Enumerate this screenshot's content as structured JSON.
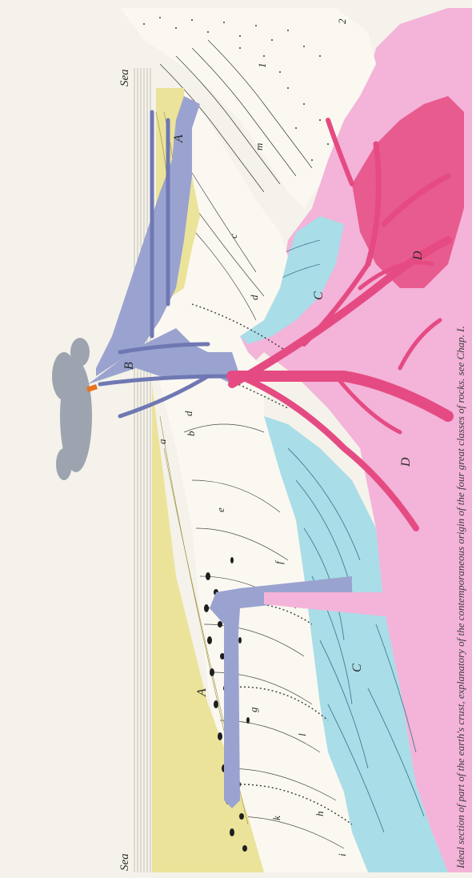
{
  "plate": {
    "sea_left": "Sea",
    "sea_right": "Sea",
    "caption": "Ideal section of part of the earth's crust, explanatory of the contemporaneous origin of the four great classes of rocks. see Chap. I."
  },
  "labels": {
    "aqueous": "A",
    "volcanic": "B",
    "metamorphic": "C",
    "plutonic": "D",
    "a": "a",
    "b": "b",
    "c": "c",
    "d": "d",
    "e": "e",
    "f": "f",
    "g": "g",
    "h": "h",
    "i": "i",
    "k": "k",
    "l": "l",
    "m": "m",
    "one": "1",
    "two": "2"
  },
  "colors": {
    "paper": "#f4f2ea",
    "aqueous_yellow": "#ece39a",
    "volcanic_blue": "#9aa3cf",
    "volcanic_dark": "#6f78b3",
    "metamorphic_cyan": "#a9dde8",
    "plutonic_pink": "#f4b3d8",
    "plutonic_red": "#e54b83",
    "smoke": "#8e97a6",
    "flame": "#e8731f"
  }
}
